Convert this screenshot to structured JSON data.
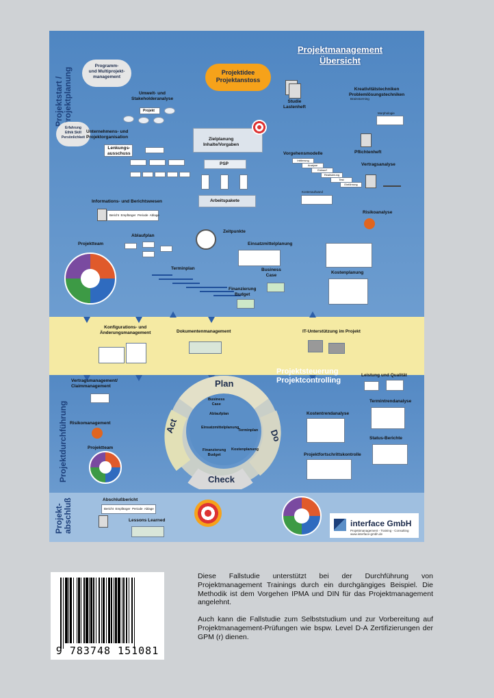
{
  "poster": {
    "overview_title": "Projektmanagement\nÜbersicht",
    "phases": {
      "start": "Projektstart /\nProjektplanung",
      "execution": "Projektdurchführung",
      "closing": "Projekt-\nabschluß"
    },
    "idea_cloud": "Projektidee\nProjektanstoss",
    "program_cloud": "Programm-\nund Multiprojekt-\nmanagement",
    "competence_cloud": "Erfahrung\nEthik Skill\nPersönlichkeit",
    "labels": {
      "stakeholder": "Umwelt- und\nStakeholderanalyse",
      "projekt": "Projekt",
      "study": "Studie\nLastenheft",
      "creativity": "Kreativitätstechniken\nProblemlösungstechniken",
      "brainstorming": "Brainstorming",
      "morphologie": "Morphologie",
      "organization": "Unternehmens- und\nProjektorganisation",
      "goal_planning": "Zielplanung\nInhalte/Vorgaben",
      "pflichtenheft": "Pflichtenheft",
      "steering": "Lenkungs-\nausschuss",
      "process_models": "Vorgehensmodelle",
      "contract_analysis": "Vertragsanalyse",
      "psp": "PSP",
      "cost_effort": "Kostenaufwand",
      "risk_analysis": "Risikoanalyse",
      "work_packages": "Arbeitspakete",
      "info_reporting": "Informations- und Berichtswesen",
      "report_columns": "Bericht  Empfänger  Periode  Ablage",
      "milestones": "Zeitpunkte",
      "project_team": "Projektteam",
      "flowchart": "Ablaufplan",
      "resource_planning": "Einsatzmittelplanung",
      "schedule": "Terminplan",
      "business_case": "Business\nCase",
      "cost_planning": "Kostenplanung",
      "financing": "Finanzierung\nBudget",
      "config_mgmt": "Konfigurations- und\nÄnderungsmanagement",
      "doc_mgmt": "Dokumentenmanagement",
      "it_support": "IT-Unterstützung im Projekt",
      "controlling": "Projektsteuerung\nProjektcontrolling",
      "contract_mgmt": "Vertragsmanagement/\nClaimmanagement",
      "performance_quality": "Leistung und Qualität",
      "milestone_trend": "Termintrendanalyse",
      "risk_mgmt": "Risikomanagement",
      "cost_trend": "Kostentrendanalyse",
      "status_reports": "Status-Berichte",
      "progress_control": "Projektfortschrittskontrolle",
      "closing_report": "Abschlußbericht",
      "lessons_learned": "Lessons Learned"
    },
    "waterfall": [
      "Initiierung",
      "Analyse",
      "Entwurf",
      "Realisierung",
      "Test",
      "Einführung"
    ],
    "cycle": {
      "plan": "Plan",
      "do": "Do",
      "check": "Check",
      "act": "Act",
      "inner": {
        "business_case": "Business\nCase",
        "flowchart": "Ablaufplan",
        "resources": "Einsatzmittelplanung",
        "schedule": "Terminplan",
        "financing": "Finanzierung\nBudget",
        "cost_planning": "Kostenplanung"
      }
    },
    "logo": {
      "name": "interface GmbH",
      "sub": "Projektmanagement - Training - Consulting\nwww.interface-gmbh.de"
    }
  },
  "blurb": {
    "paragraph1": "Diese Fallstudie unterstützt bei der Durchführung von Projektmanagement Trainings durch ein durchgängiges Beispiel. Die Methodik ist dem Vorgehen IPMA und DIN für das Projektmanagement angelehnt.",
    "paragraph2": "Auch kann die Fallstudie zum Selbststudium und zur Vorbereitung auf Projektmanagement-Prüfungen wie bspw. Level D-A Zertifizierungen der GPM (r) dienen."
  },
  "barcode": {
    "digits": "9 783748 151081"
  },
  "colors": {
    "poster_blue": "#5b8fc7",
    "band_yellow": "#f5eaa3",
    "cloud_orange": "#f6a21a",
    "title_blue": "#1c3f7a"
  }
}
